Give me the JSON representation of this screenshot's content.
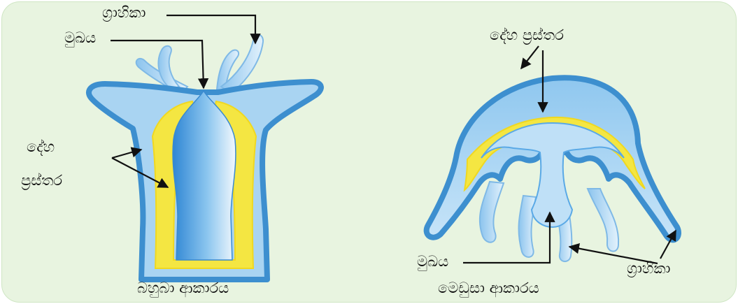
{
  "polyp": {
    "tentacles_label": "ග්‍රාහිකා",
    "mouth_label": "මුඛය",
    "body_layers_label_line1": "දේහ",
    "body_layers_label_line2": "ප්‍රස්තර",
    "caption": "බහුබා ආකාරය"
  },
  "medusa": {
    "body_layers_label": "දේහ ප්‍රස්තර",
    "mouth_label": "මුඛය",
    "tentacles_label": "ග්‍රාහිකා",
    "caption": "මෙඩුසා ආකාරය"
  },
  "colors": {
    "panel_background": "#e8f4e0",
    "outer_layer": "#3d8fcf",
    "body_fill": "#a9d4f2",
    "mesoglea": "#f4e642",
    "cavity": "#5aa9e6",
    "tentacle": "#bfe0f7",
    "arrow": "#111111"
  }
}
